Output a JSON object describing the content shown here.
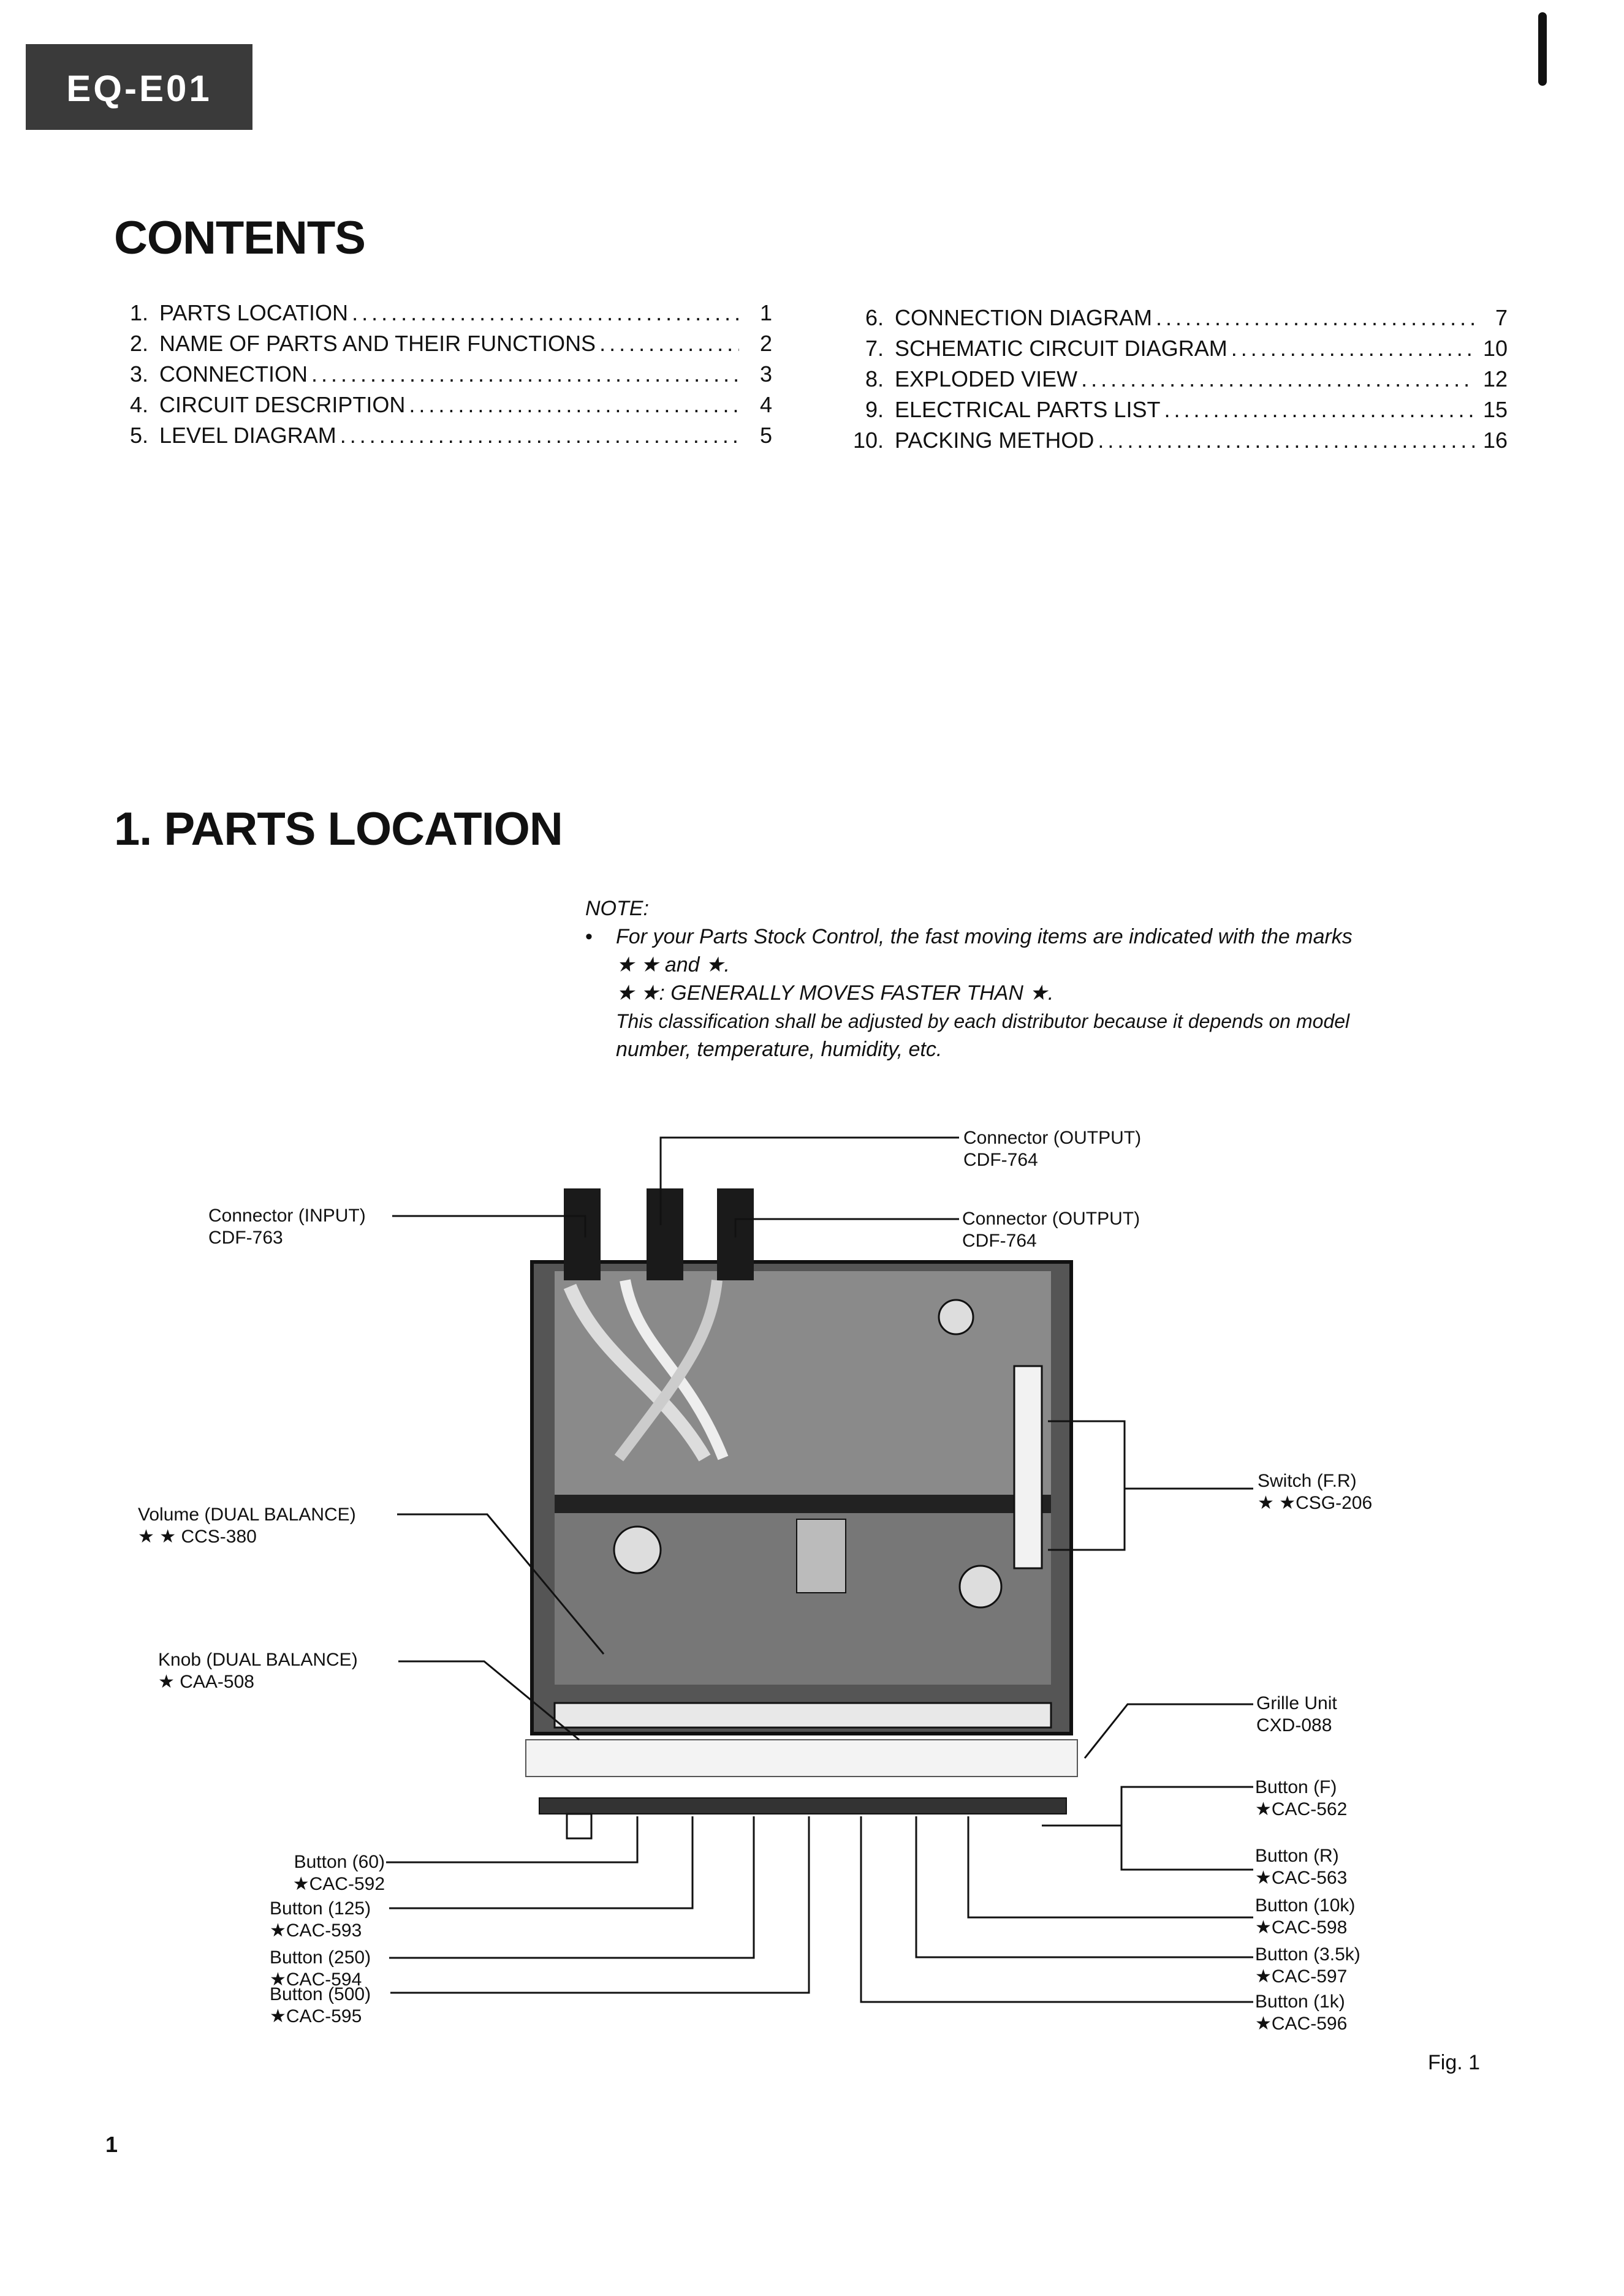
{
  "header": {
    "model": "EQ-E01"
  },
  "contents": {
    "title": "CONTENTS",
    "left": [
      {
        "num": "1.",
        "title": "PARTS LOCATION",
        "page": "1"
      },
      {
        "num": "2.",
        "title": "NAME OF PARTS AND THEIR FUNCTIONS",
        "page": "2"
      },
      {
        "num": "3.",
        "title": "CONNECTION",
        "page": "3"
      },
      {
        "num": "4.",
        "title": "CIRCUIT DESCRIPTION",
        "page": "4"
      },
      {
        "num": "5.",
        "title": "LEVEL DIAGRAM",
        "page": "5"
      }
    ],
    "right": [
      {
        "num": "6.",
        "title": "CONNECTION DIAGRAM",
        "page": "7"
      },
      {
        "num": "7.",
        "title": "SCHEMATIC CIRCUIT DIAGRAM",
        "page": "10"
      },
      {
        "num": "8.",
        "title": "EXPLODED VIEW",
        "page": "12"
      },
      {
        "num": "9.",
        "title": "ELECTRICAL PARTS LIST",
        "page": "15"
      },
      {
        "num": "10.",
        "title": "PACKING METHOD",
        "page": "16"
      }
    ]
  },
  "section1": {
    "title": "1.  PARTS LOCATION",
    "note": {
      "label": "NOTE:",
      "bullet": "•",
      "line1": "For your Parts Stock Control, the fast moving items are indicated with the marks",
      "line2": "★ ★  and ★.",
      "line3": "★ ★:  GENERALLY MOVES FASTER THAN ★.",
      "line4": "This classification shall be adjusted by each distributor because it depends on model",
      "line5": "number, temperature, humidity, etc."
    }
  },
  "callouts": {
    "output_top": {
      "name": "Connector (OUTPUT)",
      "part": "CDF-764"
    },
    "input": {
      "name": "Connector (INPUT)",
      "part": "CDF-763"
    },
    "output_mid": {
      "name": "Connector (OUTPUT)",
      "part": "CDF-764"
    },
    "switch": {
      "name": "Switch (F.R)",
      "part": "★ ★CSG-206"
    },
    "volume": {
      "name": "Volume (DUAL BALANCE)",
      "part": "★ ★ CCS-380"
    },
    "knob": {
      "name": "Knob (DUAL BALANCE)",
      "part": "★ CAA-508"
    },
    "grille": {
      "name": "Grille Unit",
      "part": "CXD-088"
    },
    "btn_f": {
      "name": "Button (F)",
      "part": "★CAC-562"
    },
    "btn_60": {
      "name": "Button (60)",
      "part": "★CAC-592"
    },
    "btn_r": {
      "name": "Button (R)",
      "part": "★CAC-563"
    },
    "btn_125": {
      "name": "Button (125)",
      "part": "★CAC-593"
    },
    "btn_10k": {
      "name": "Button (10k)",
      "part": "★CAC-598"
    },
    "btn_250": {
      "name": "Button (250)",
      "part": "★CAC-594"
    },
    "btn_3_5k": {
      "name": "Button (3.5k)",
      "part": "★CAC-597"
    },
    "btn_500": {
      "name": "Button (500)",
      "part": "★CAC-595"
    },
    "btn_1k": {
      "name": "Button (1k)",
      "part": "★CAC-596"
    }
  },
  "figure_label": "Fig. 1",
  "page_number": "1"
}
